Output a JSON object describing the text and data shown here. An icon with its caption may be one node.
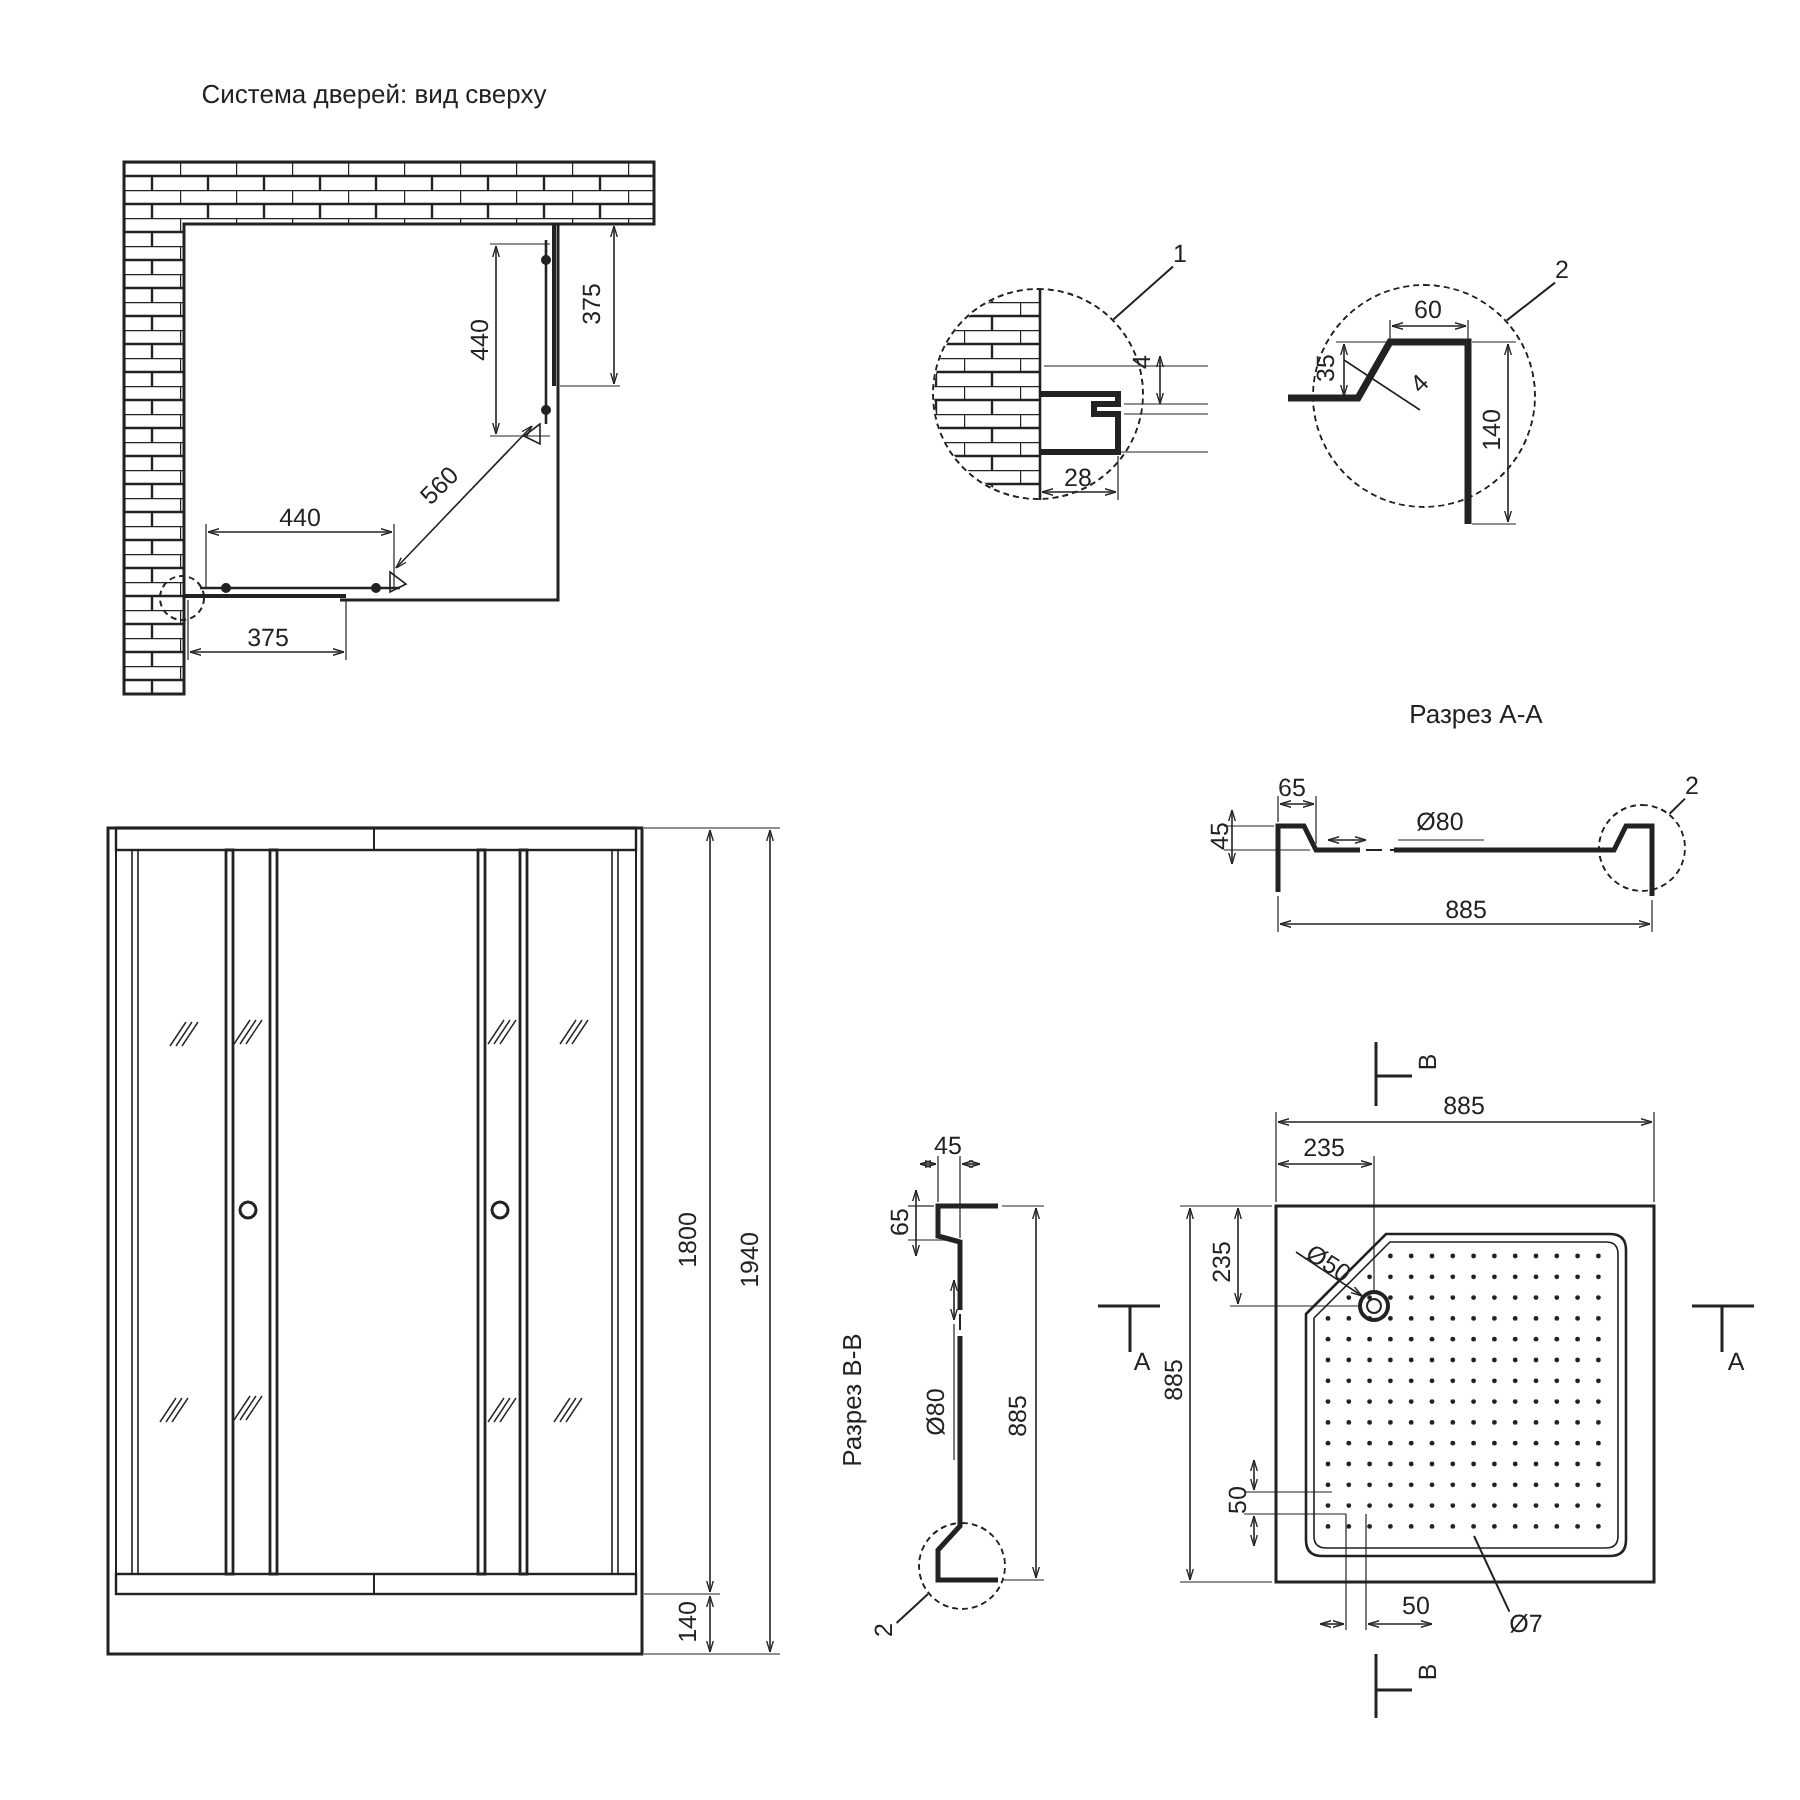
{
  "diagram": {
    "nodes": [
      {
        "text": [
          "1"
        ]
      },
      {
        "text": [],
        "shape": "circle"
      },
      {
        "text": [
          "2"
        ]
      },
      {
        "text": [],
        "shape": "circle"
      },
      {
        "text": [
          "2"
        ]
      },
      {
        "text": [],
        "shape": "circle"
      },
      {
        "text": [
          "2"
        ]
      },
      {
        "text": [],
        "shape": "circle"
      },
      {
        "text": [
          "Ø7"
        ]
      }
    ],
    "edges": [
      {
        "from": 0,
        "to": 1,
        "arrow": "none"
      },
      {
        "from": 2,
        "to": 3,
        "arrow": "none"
      },
      {
        "from": 4,
        "to": 5,
        "arrow": "none"
      },
      {
        "from": 6,
        "to": 7,
        "arrow": "none"
      },
      {
        "from": 8,
        "to": null,
        "arrow": "none"
      }
    ],
    "labels": [
      "Система дверей: вид сверху",
      "375",
      "440",
      "560",
      "440",
      "375",
      "4",
      "28",
      "60",
      "35",
      "4",
      "140",
      "Разрез А-А",
      "65",
      "45",
      "Ø80",
      "885",
      "885",
      "235",
      "В",
      "А",
      "А",
      "45",
      "65",
      "235",
      "Ø50",
      "1800",
      "1940",
      "Ø80",
      "885",
      "Разрез В-В",
      "885",
      "50",
      "50",
      "140",
      "В"
    ]
  }
}
